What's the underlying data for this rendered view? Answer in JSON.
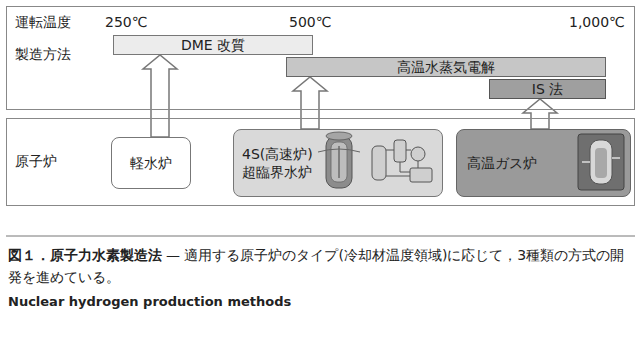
{
  "diagram": {
    "title": "図１．原子力水素製造法",
    "caption": "— 適用する原子炉のタイプ(冷却材温度領域)に応じて，3種類の方式の開発を進めている。",
    "nodes": [
      {
        "text": [
          "運転温度",
          "250℃",
          "500℃",
          "1,000℃",
          "製造方法"
        ]
      },
      {
        "text": [
          "DME 改質"
        ],
        "in": 0
      },
      {
        "text": [
          "高温水蒸気電解"
        ],
        "in": 0
      },
      {
        "text": [
          "IS 法"
        ],
        "in": 0
      },
      {
        "text": [
          "原子炉"
        ]
      },
      {
        "text": [
          "軽水炉"
        ],
        "in": 4
      },
      {
        "text": [
          "4S(高速炉) 超臨界水炉"
        ],
        "in": 4
      },
      {
        "text": [
          "高温ガス炉"
        ],
        "in": 4
      }
    ],
    "edges": [
      {
        "from": 5,
        "to": 1,
        "arrow": "to"
      },
      {
        "from": 6,
        "to": 2,
        "arrow": "to"
      },
      {
        "from": 7,
        "to": 3,
        "arrow": "to"
      }
    ],
    "labels": [
      "Nuclear hydrogen production methods"
    ]
  }
}
